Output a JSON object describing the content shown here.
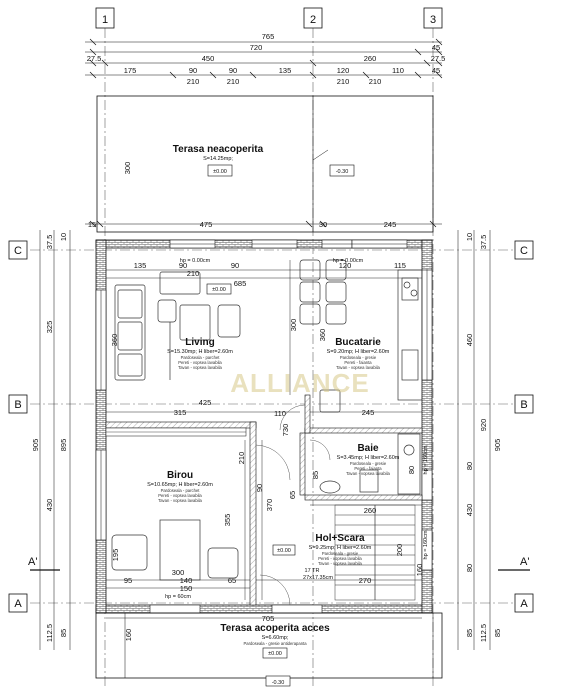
{
  "axes": {
    "vertical": [
      "1",
      "2",
      "3"
    ],
    "horizontal": [
      "C",
      "B",
      "A"
    ],
    "section": "A'"
  },
  "top_dims": {
    "row1": [
      "765"
    ],
    "row2": [
      "720",
      "45"
    ],
    "row3": [
      "27.5",
      "450",
      "260",
      "27.5"
    ],
    "row4": [
      "175",
      "90",
      "90",
      "135",
      "120",
      "110",
      "45"
    ],
    "row5": [
      "210",
      "210",
      "210",
      "210"
    ],
    "row6": [
      "15",
      "475",
      "30",
      "245"
    ]
  },
  "left_dims": [
    "37.5",
    "10",
    "325",
    "360",
    "905",
    "895",
    "430",
    "195",
    "112.5",
    "85"
  ],
  "right_dims": [
    "37.5",
    "10",
    "460",
    "920",
    "905",
    "80",
    "430",
    "80",
    "85",
    "112.5",
    "85"
  ],
  "interior_dims": [
    "135",
    "90",
    "210",
    "90",
    "685",
    "120",
    "115",
    "360",
    "300",
    "425",
    "315",
    "110",
    "245",
    "730",
    "370",
    "355",
    "210",
    "90",
    "65",
    "85",
    "260",
    "200",
    "80",
    "160",
    "95",
    "140",
    "150",
    "300",
    "270",
    "705",
    "65"
  ],
  "rooms": {
    "terasa_neacoperita": {
      "name": "Terasa neacoperita",
      "area": "S=14.25mp;",
      "level": "±0.00",
      "level2": "-0.30",
      "dim": "300"
    },
    "living": {
      "name": "Living",
      "area": "S=15.30mp; H liber=2.60m",
      "f1": "Pardoseala - parchet",
      "f2": "Pereti - vopsea lavabila",
      "f3": "Tavan - vopsea lavabila",
      "level": "±0.00",
      "hp": "hp = 0.00cm"
    },
    "bucatarie": {
      "name": "Bucatarie",
      "area": "S=9.20mp; H liber=2.60m",
      "f1": "Pardoseala - gresie",
      "f2": "Pereti - faianta",
      "f3": "Tavan - vopsea lavabila",
      "hp": "hp = 0.00cm"
    },
    "baie": {
      "name": "Baie",
      "area": "S=3.45mp; H liber=2.60m",
      "f1": "Pardoseala - gresie",
      "f2": "Pereti - faianta",
      "f3": "Tavan - vopsea lavabila",
      "hp": "hp = 160cm"
    },
    "birou": {
      "name": "Birou",
      "area": "S=10.65mp; H liber=2.60m",
      "f1": "Pardoseala - parchet",
      "f2": "Pereti - vopsea lavabila",
      "f3": "Tavan - vopsea lavabila",
      "hp": "hp = 60cm"
    },
    "hol": {
      "name": "Hol+Scara",
      "area": "S=9.25mp; H liber=2.60m",
      "f1": "Pardoseala - gresie",
      "f2": "Pereti - vopsea lavabila",
      "f3": "Tavan - vopsea lavabila",
      "stair1": "17 TR",
      "stair2": "27x17.35cm",
      "level": "±0.00",
      "hp": "hp = 160cm"
    },
    "terasa_acoperita": {
      "name": "Terasa acoperita acces",
      "area": "S=6.60mp;",
      "f1": "Pardoseala - gresie antiderapanta",
      "level": "±0.00",
      "level2": "-0.30"
    }
  },
  "watermark": "ALLIANCE"
}
